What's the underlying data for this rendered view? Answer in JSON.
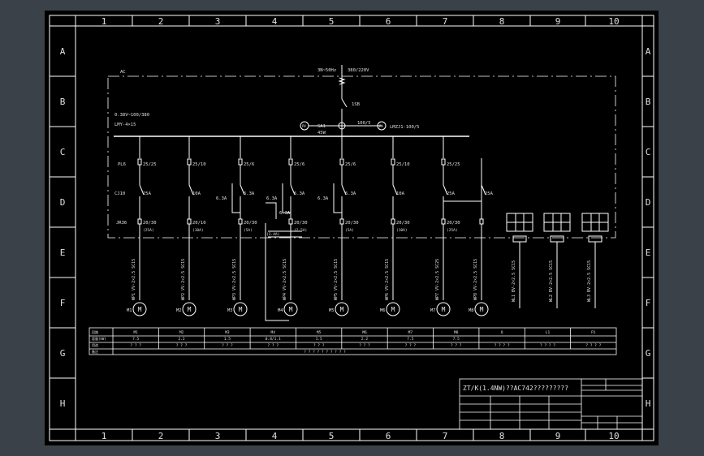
{
  "colors": {
    "app_background": "#3b4148",
    "sheet": "#000000",
    "line": "#ffffff",
    "label": "#e0e0e0"
  },
  "frame": {
    "columns": [
      "1",
      "2",
      "3",
      "4",
      "5",
      "6",
      "7",
      "8",
      "9",
      "10"
    ],
    "rows": [
      "A",
      "B",
      "C",
      "D",
      "E",
      "F",
      "G",
      "H"
    ]
  },
  "supply": {
    "label_left": "AC",
    "spec": "3N~50Hz",
    "voltage": "380/220V",
    "main_switch": "1SB",
    "busbar_spec": "0.38V~100/380",
    "cable_spec": "LMY-4×15",
    "ammeter_tag": "PA",
    "volt_switch": "SA1",
    "volt_switch_sub": "45W",
    "ct_tag": "100/5",
    "voltmeter_tag": "PV",
    "ct_model": "LMZJ1-100/5"
  },
  "feeders": [
    {
      "id": "M1",
      "breaker": "25/25",
      "contactor": "25A",
      "relay": "20/30",
      "relay_sub": "(25A)",
      "cable": "VV-2×2.5 SC15",
      "wire": "WP1",
      "left_tags": [
        "PL6",
        "CJ10",
        "JR36"
      ]
    },
    {
      "id": "M2",
      "breaker": "25/10",
      "contactor": "10A",
      "relay": "20/10",
      "relay_sub": "(10A)",
      "cable": "VV-2×2.5 SC15",
      "wire": "WP2"
    },
    {
      "id": "M3",
      "breaker": "25/6",
      "contactor": "6.3A",
      "relay": "20/30",
      "relay_sub": "(5A)",
      "cable": "VV-2×2.5 SC15",
      "wire": "WP3",
      "aux": "6.3A"
    },
    {
      "id": "M4",
      "breaker": "25/6",
      "contactor": "6.3A",
      "relay": "20/30",
      "relay_sub": "(2.5A)",
      "cable": "VV-2×2.5 SC15",
      "wire": "WP4",
      "aux": "6.3A",
      "aux2": "6.3A",
      "aux3": "(2.4A)"
    },
    {
      "id": "M5",
      "breaker": "25/6",
      "contactor": "6.3A",
      "relay": "20/30",
      "relay_sub": "(5A)",
      "cable": "VV-2×2.5 SC15",
      "wire": "WP5",
      "aux": "6.3A"
    },
    {
      "id": "M6",
      "breaker": "25/10",
      "contactor": "10A",
      "relay": "20/30",
      "relay_sub": "(10A)",
      "cable": "VV-2×2.5 SC15",
      "wire": "WP6"
    },
    {
      "id": "M7",
      "breaker": "25/25",
      "contactor": "25A",
      "relay": "20/30",
      "relay_sub": "(25A)",
      "cable": "VV-2×2.5 SC25",
      "wire": "WP7"
    },
    {
      "id": "M8",
      "breaker": "",
      "contactor": "25A",
      "relay": "",
      "relay_sub": "",
      "cable": "VV-2×2.5 SC15",
      "wire": "WP8"
    }
  ],
  "sockets": [
    {
      "id": "WL1",
      "cable": "BV-2×2.5 SC15"
    },
    {
      "id": "WL2",
      "cable": "BV-2×2.5 SC15"
    },
    {
      "id": "WL3",
      "cable": "BV-2×2.5 SC15"
    }
  ],
  "table": {
    "row_labels": [
      "回路",
      "容量(kW)",
      "用途",
      "备注"
    ],
    "cols": [
      {
        "name": "M1",
        "kw": "7.5",
        "use": "? ? ?"
      },
      {
        "name": "M2",
        "kw": "2.2",
        "use": "? ? ?"
      },
      {
        "name": "M3",
        "kw": "1.5",
        "use": "? ? ?"
      },
      {
        "name": "M4",
        "kw": "0.8/1.1",
        "use": "? ? ?"
      },
      {
        "name": "M5",
        "kw": "1.5",
        "use": "? ? ?"
      },
      {
        "name": "M6",
        "kw": "2.2",
        "use": "? ? ?"
      },
      {
        "name": "M7",
        "kw": "7.5",
        "use": "? ? ?"
      },
      {
        "name": "M8",
        "kw": "7.5",
        "use": "? ? ?"
      },
      {
        "name": "Q",
        "kw": "",
        "use": "? ? ? ?"
      },
      {
        "name": "L1",
        "kw": "",
        "use": "? ? ? ?"
      },
      {
        "name": "P1",
        "kw": "",
        "use": "? ? ? ?"
      }
    ],
    "note": "? ? ? ? ? ? ? ? ? ?"
  },
  "title_block": {
    "title": "ZT/K(1.4NW)??AC742?????????"
  }
}
